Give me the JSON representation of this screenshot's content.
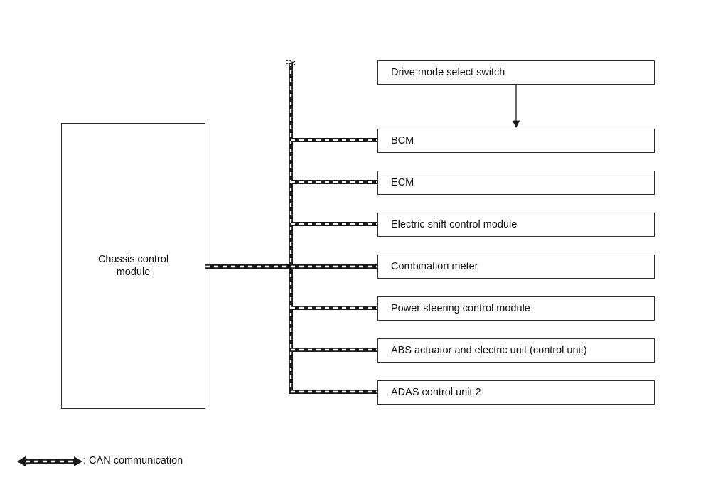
{
  "diagram": {
    "central_module": {
      "label": "Chassis control module"
    },
    "modules": [
      {
        "id": "drive-mode-select-switch",
        "label": "Drive mode select switch",
        "connection": "arrow-to-bcm"
      },
      {
        "id": "bcm",
        "label": "BCM",
        "connection": "can"
      },
      {
        "id": "ecm",
        "label": "ECM",
        "connection": "can"
      },
      {
        "id": "electric-shift-control-module",
        "label": "Electric shift control module",
        "connection": "can"
      },
      {
        "id": "combination-meter",
        "label": "Combination meter",
        "connection": "can"
      },
      {
        "id": "power-steering-control-module",
        "label": "Power steering control module",
        "connection": "can"
      },
      {
        "id": "abs-actuator-and-electric-unit",
        "label": "ABS actuator and electric unit (control unit)",
        "connection": "can"
      },
      {
        "id": "adas-control-unit-2",
        "label": "ADAS control unit 2",
        "connection": "can"
      }
    ],
    "legend": {
      "label": ": CAN communication"
    }
  },
  "colors": {
    "line": "#1a1a1a",
    "background": "#ffffff",
    "border": "#2a2a2a"
  }
}
